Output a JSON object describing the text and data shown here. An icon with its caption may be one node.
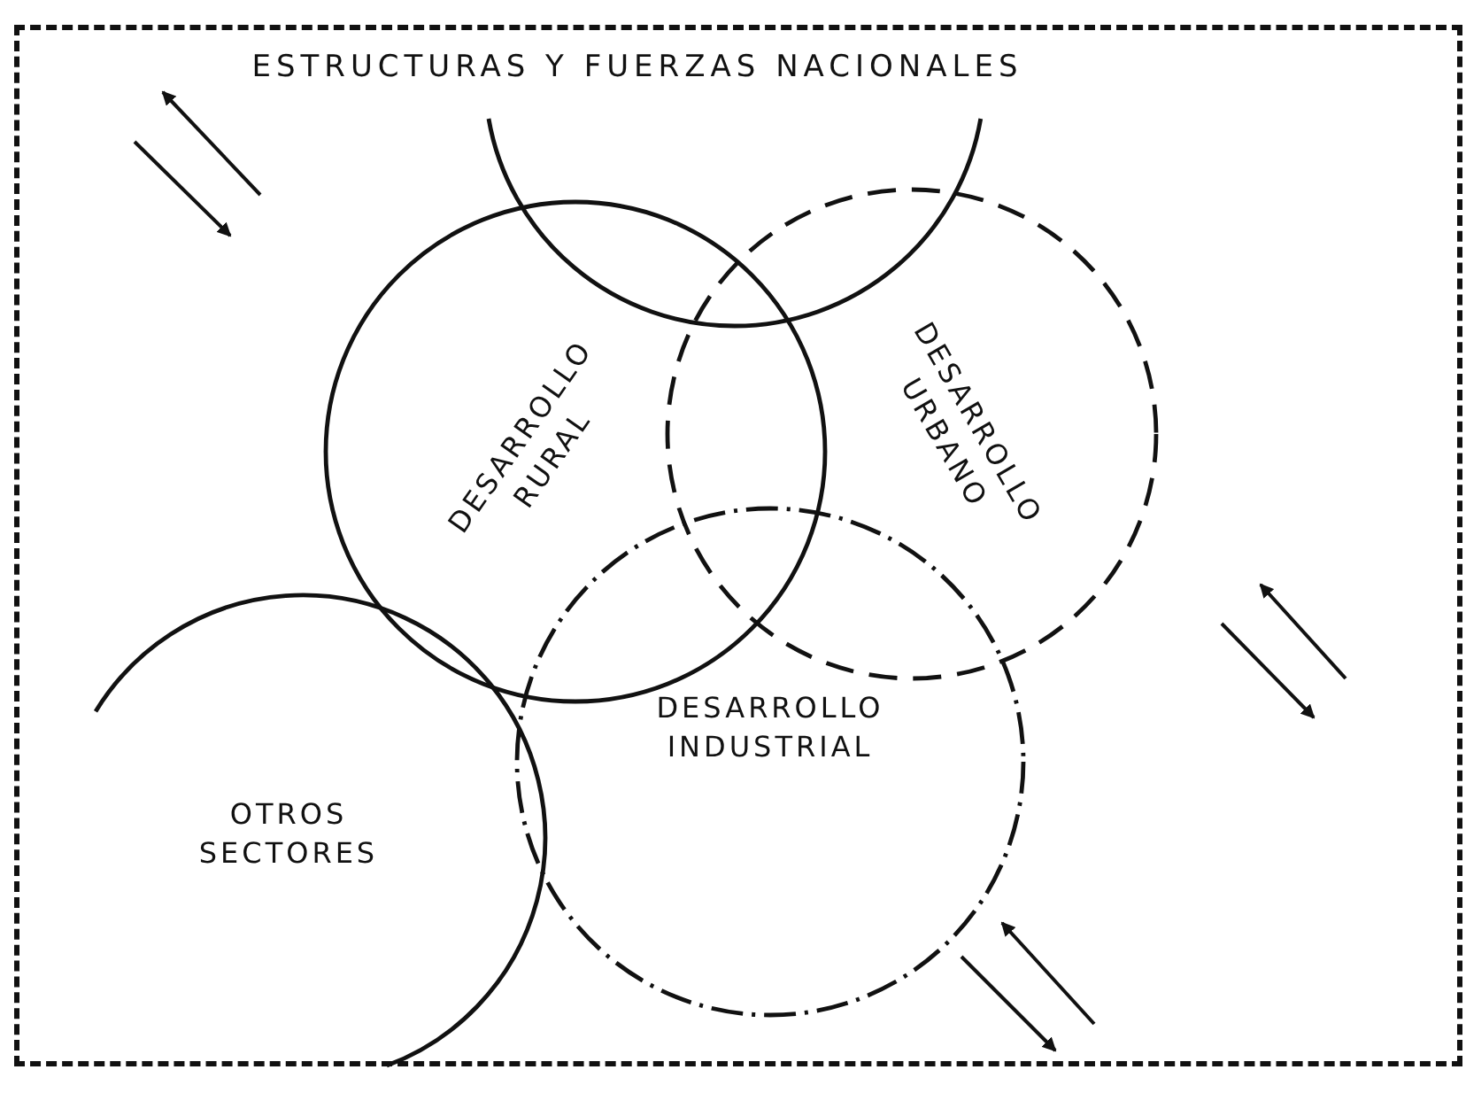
{
  "diagram": {
    "nodes": [
      {
        "text": [
          "ESTRUCTURAS Y FUERZAS NACIONALES"
        ]
      },
      {
        "text": [],
        "shape": "circle",
        "in": 0
      },
      {
        "text": [
          "DESARROLLO RURAL"
        ],
        "in": 0
      },
      {
        "text": [
          "DESARROLLO URBANO"
        ],
        "in": 0
      },
      {
        "text": [
          "OTROS SECTORES"
        ],
        "in": 0
      },
      {
        "text": [
          "DESARROLLO INDUSTRIAL"
        ],
        "in": 0
      }
    ]
  }
}
